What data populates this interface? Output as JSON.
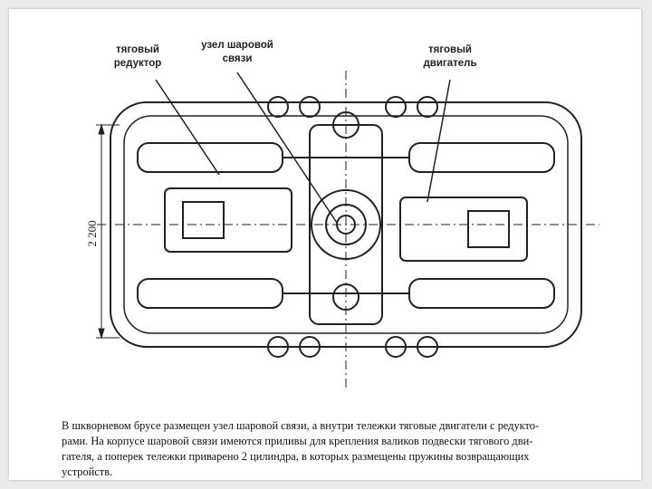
{
  "figure": {
    "labels": {
      "reducer_line1": "тяговый",
      "reducer_line2": "редуктор",
      "joint_line1": "узел шаровой",
      "joint_line2": "связи",
      "motor_line1": "тяговый",
      "motor_line2": "двигатель"
    },
    "dimension": "2 200"
  },
  "caption": {
    "line1": "В шкворневом брусе размещен узел шаровой связи, а внутри тележки тяговые двигатели с редукто-",
    "line2": "рами. На корпусе шаровой связи имеются приливы для крепления валиков подвески тягового дви-",
    "line3": "гателя, а поперек тележки приварено 2 цилиндра, в которых размещены пружины возвращающих",
    "line4": "устройств."
  }
}
